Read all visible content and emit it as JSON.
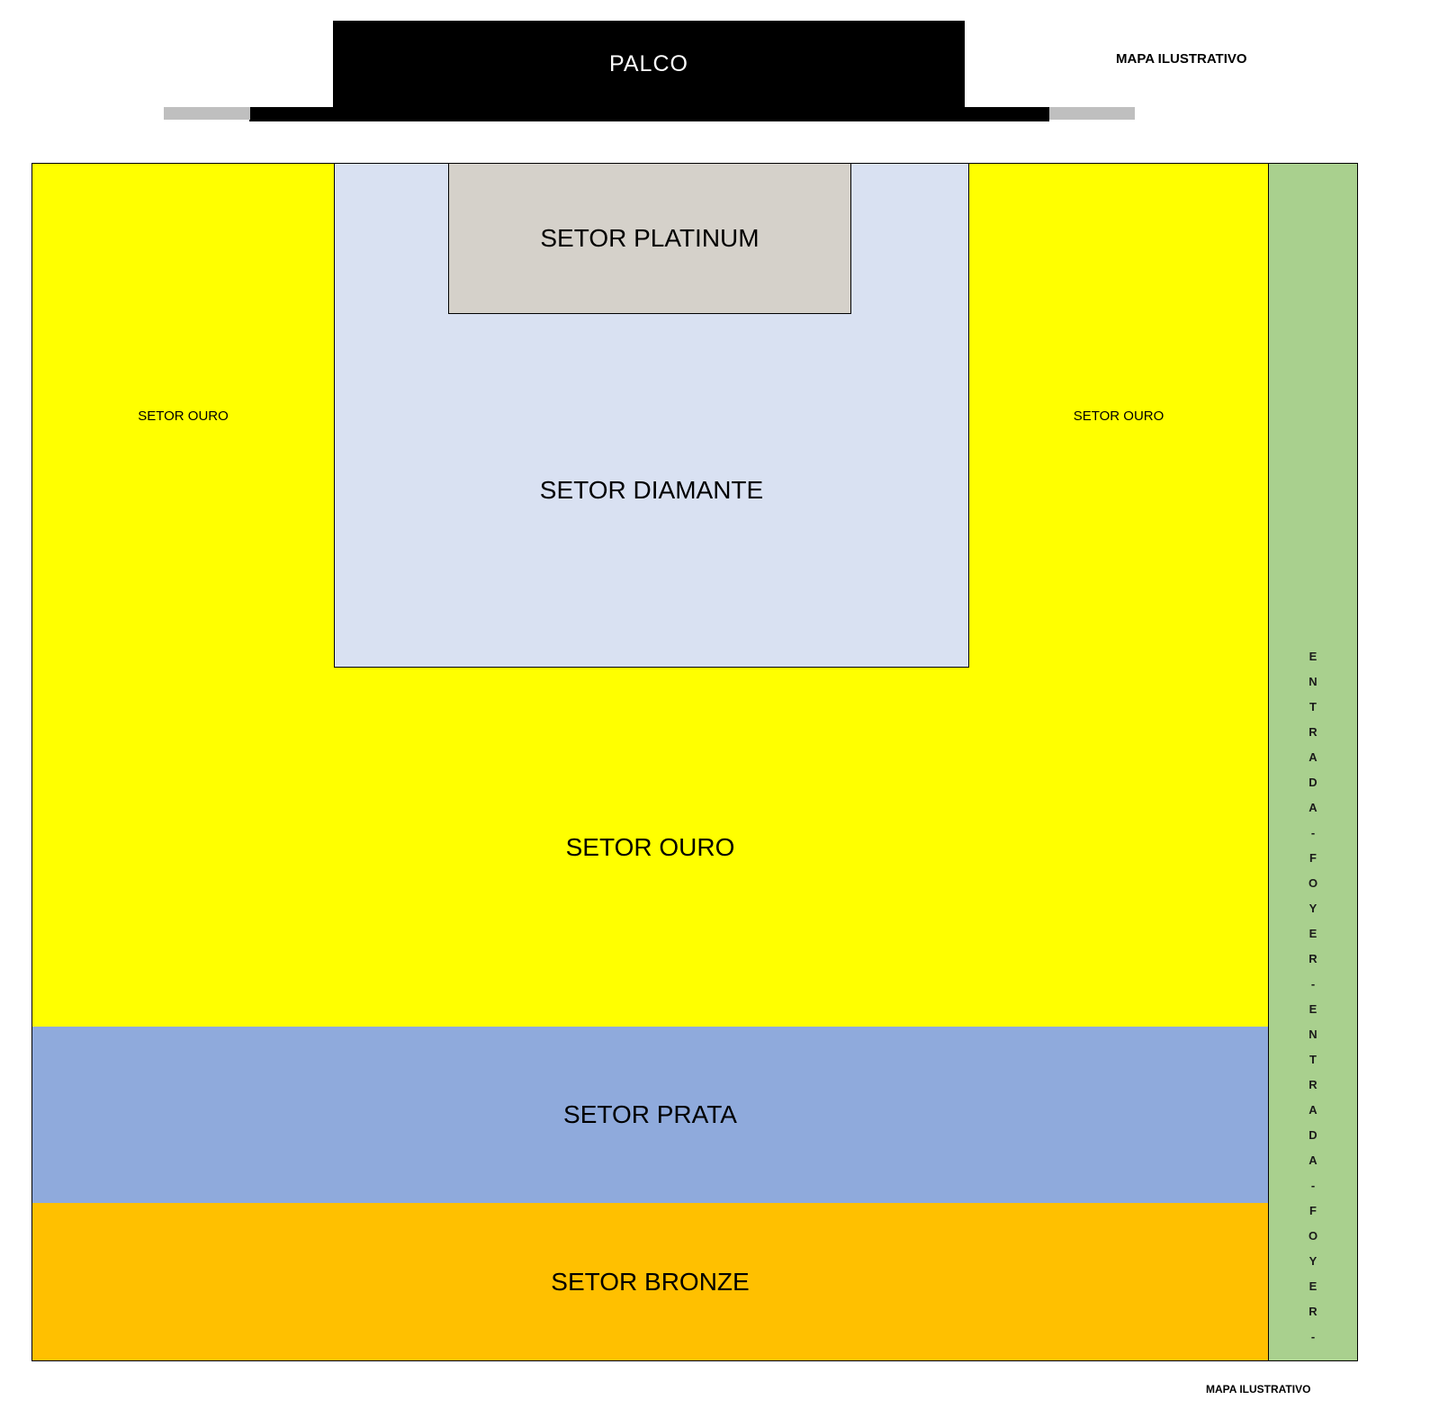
{
  "header": {
    "map_note": "MAPA ILUSTRATIVO"
  },
  "footer": {
    "map_note": "MAPA ILUSTRATIVO"
  },
  "stage": {
    "label": "PALCO",
    "color": "#000000",
    "wing_color": "#bfbfbf"
  },
  "sectors": {
    "platinum": {
      "label": "SETOR PLATINUM",
      "color": "#d5d1ca"
    },
    "diamante": {
      "label": "SETOR DIAMANTE",
      "color": "#d9e1f2"
    },
    "ouro_main": {
      "label": "SETOR OURO",
      "color": "#ffff00"
    },
    "ouro_left": {
      "label": "SETOR OURO",
      "color": "#ffff00"
    },
    "ouro_right": {
      "label": "SETOR OURO",
      "color": "#ffff00"
    },
    "prata": {
      "label": "SETOR PRATA",
      "color": "#8faadc"
    },
    "bronze": {
      "label": "SETOR BRONZE",
      "color": "#ffc000"
    }
  },
  "entrance_strip": {
    "color": "#a9d08e",
    "text": "ENTRADA - FOYER - ENTRADA - FOYER -",
    "vertical_text": "E\nN\nT\nR\nA\nD\nA\n-\nF\nO\nY\nE\nR\n-\nE\nN\nT\nR\nA\nD\nA\n-\nF\nO\nY\nE\nR\n-"
  }
}
